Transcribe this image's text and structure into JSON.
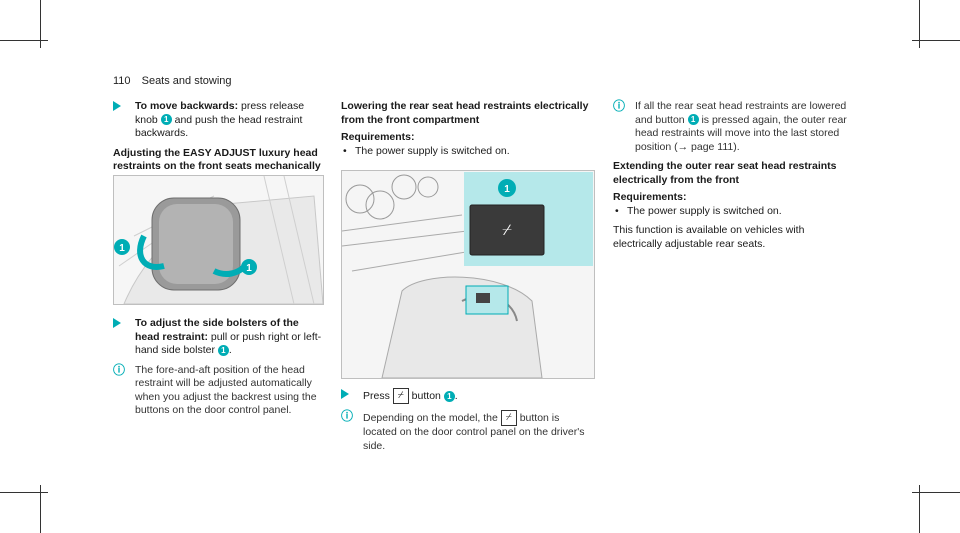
{
  "header": {
    "page_number": "110",
    "section": "Seats and stowing"
  },
  "col1": {
    "step1_bold": "To move backwards:",
    "step1_text": " press release knob ",
    "step1_text2": " and push the head restraint backwards.",
    "heading": "Adjusting the EASY ADJUST luxury head restraints on the front seats mechanically",
    "step2_bold": "To adjust the side bolsters of the head restraint:",
    "step2_text": " pull or push right or left-hand side bolster ",
    "step2_text2": ".",
    "info1": "The fore-and-aft position of the head restraint will be adjusted automatically when you adjust the backrest using the buttons on the door control panel."
  },
  "col2": {
    "heading": "Lowering the rear seat head restraints electrically from the front compartment",
    "req_label": "Requirements:",
    "req1": "The power supply is switched on.",
    "step1_text": "Press ",
    "step1_text2": " button ",
    "step1_text3": ".",
    "info1_a": "Depending on the model, the ",
    "info1_b": " button is located on the door control panel on the driver's side."
  },
  "col3": {
    "info1_a": "If all the rear seat head restraints are lowered and button ",
    "info1_b": " is pressed again, the outer rear head restraints will move into the last stored position (",
    "info1_link": "→ page 111",
    "info1_c": ").",
    "heading": "Extending the outer rear seat head restraints electrically from the front",
    "req_label": "Requirements:",
    "req1": "The power supply is switched on.",
    "para": "This function is available on vehicles with electrically adjustable rear seats."
  },
  "markers": {
    "one": "1"
  },
  "colors": {
    "accent": "#00adb5"
  }
}
